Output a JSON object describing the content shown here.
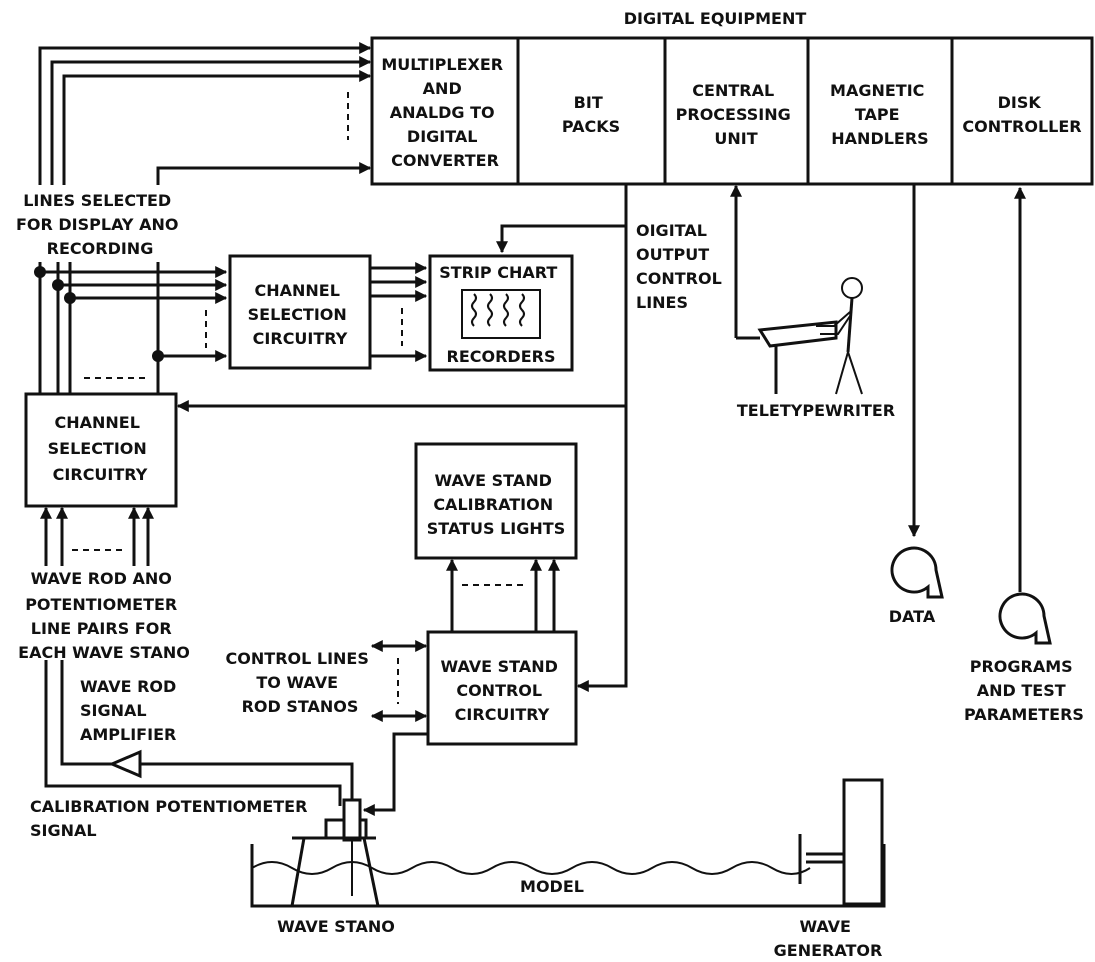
{
  "title": "DIGITAL EQUIPMENT",
  "digital_equipment": {
    "multiplexer": [
      "MULTIPLEXER",
      "AND",
      "ANALDG TO",
      "DIGITAL",
      "CONVERTER"
    ],
    "bit_packs": [
      "BIT",
      "PACKS"
    ],
    "cpu": [
      "CENTRAL",
      "PROCESSING",
      "UNIT"
    ],
    "tape_handlers": [
      "MAGNETIC",
      "TAPE",
      "HANDLERS"
    ],
    "disk_controller": [
      "DISK",
      "CONTROLLER"
    ]
  },
  "lines_selected": [
    "LINES SELECTED",
    "FOR DISPLAY ANO",
    "RECORDING"
  ],
  "channel_selection_upper": [
    "CHANNEL",
    "SELECTION",
    "CIRCUITRY"
  ],
  "strip_chart": [
    "STRIP CHART",
    "RECORDERS"
  ],
  "digital_output": [
    "OIGITAL",
    "OUTPUT",
    "CONTROL",
    "LINES"
  ],
  "teletypewriter": "TELETYPEWRITER",
  "channel_selection_lower": [
    "CHANNEL",
    "SELECTION",
    "CIRCUITRY"
  ],
  "status_lights": [
    "WAVE STAND",
    "CALIBRATION",
    "STATUS LIGHTS"
  ],
  "wave_rod_pairs": [
    "WAVE ROD ANO",
    "POTENTIOMETER",
    "LINE PAIRS FOR",
    "EACH WAVE STANO"
  ],
  "control_lines": [
    "CONTROL LINES",
    "TO WAVE",
    "ROD STANOS"
  ],
  "control_circuitry": [
    "WAVE STAND",
    "CONTROL",
    "CIRCUITRY"
  ],
  "amplifier": [
    "WAVE ROD",
    "SIGNAL",
    "AMPLIFIER"
  ],
  "calibration_signal": [
    "CALIBRATION POTENTIOMETER",
    "SIGNAL"
  ],
  "data_label": "DATA",
  "programs_label": [
    "PROGRAMS",
    "AND TEST",
    "PARAMETERS"
  ],
  "model_label": "MODEL",
  "wave_stand_label": "WAVE STANO",
  "wave_generator_label": [
    "WAVE",
    "GENERATOR"
  ]
}
